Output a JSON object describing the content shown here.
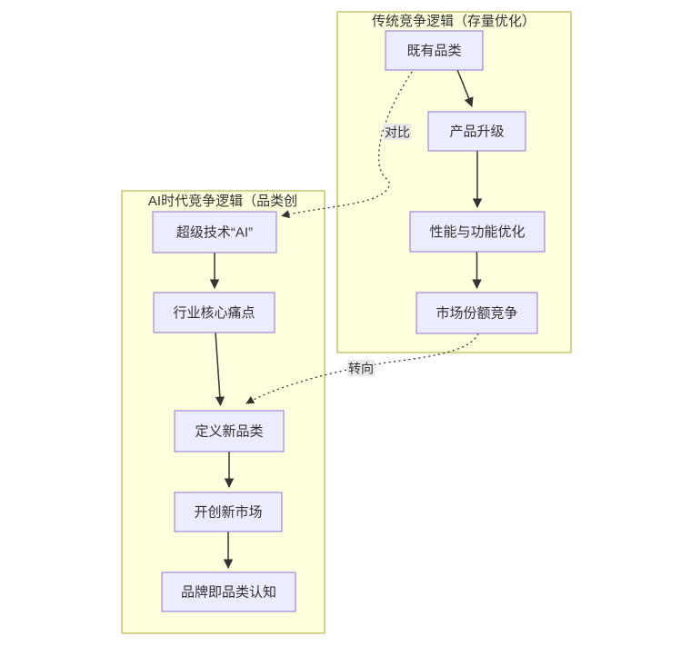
{
  "clusters": {
    "traditional": {
      "title": "传统竞争逻辑（存量优化）"
    },
    "ai_era": {
      "title": "AI时代竞争逻辑（品类创"
    }
  },
  "nodes": {
    "existing_category": {
      "label": "既有品类"
    },
    "product_upgrade": {
      "label": "产品升级"
    },
    "performance_optimization": {
      "label": "性能与功能优化"
    },
    "market_share_competition": {
      "label": "市场份额竞争"
    },
    "super_tech_ai": {
      "label": "超级技术“AI”"
    },
    "industry_pain_point": {
      "label": "行业核心痛点"
    },
    "define_new_category": {
      "label": "定义新品类"
    },
    "create_new_market": {
      "label": "开创新市场"
    },
    "brand_category_cognition": {
      "label": "品牌即品类认知"
    }
  },
  "edges": {
    "compare": {
      "label": "对比",
      "style": "dotted"
    },
    "pivot": {
      "label": "转向",
      "style": "dotted"
    }
  },
  "connections": [
    {
      "from": "既有品类",
      "to": "产品升级",
      "style": "solid",
      "label": ""
    },
    {
      "from": "产品升级",
      "to": "性能与功能优化",
      "style": "solid",
      "label": ""
    },
    {
      "from": "性能与功能优化",
      "to": "市场份额竞争",
      "style": "solid",
      "label": ""
    },
    {
      "from": "既有品类",
      "to": "超级技术“AI”",
      "style": "dotted",
      "label": "对比"
    },
    {
      "from": "市场份额竞争",
      "to": "定义新品类",
      "style": "dotted",
      "label": "转向"
    },
    {
      "from": "超级技术“AI”",
      "to": "行业核心痛点",
      "style": "solid",
      "label": ""
    },
    {
      "from": "行业核心痛点",
      "to": "定义新品类",
      "style": "solid",
      "label": ""
    },
    {
      "from": "定义新品类",
      "to": "开创新市场",
      "style": "solid",
      "label": ""
    },
    {
      "from": "开创新市场",
      "to": "品牌即品类认知",
      "style": "solid",
      "label": ""
    }
  ],
  "colors": {
    "node_fill": "#ECECFF",
    "node_border": "#9370DB",
    "cluster_fill": "#ffffde",
    "cluster_border": "#aaaa33",
    "edge_color": "#333333",
    "edge_label_bg": "#e8e8e8",
    "text_color": "#333333",
    "background": "#ffffff"
  }
}
